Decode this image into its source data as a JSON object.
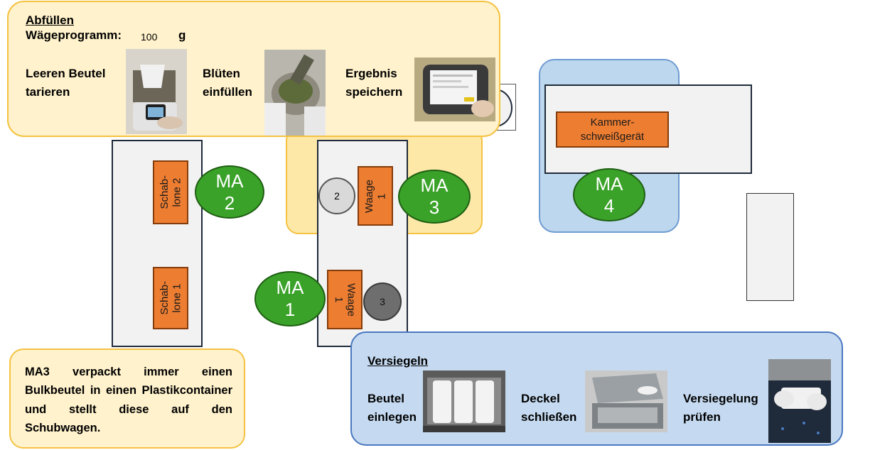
{
  "abfuellen": {
    "title": "Abfüllen",
    "program_label": "Wägeprogramm:",
    "program_value": "100",
    "program_unit": "g",
    "step1_line1": "Leeren Beutel",
    "step1_line2": "tarieren",
    "step2_line1": "Blüten",
    "step2_line2": "einfüllen",
    "step3_line1": "Ergebnis",
    "step3_line2": "speichern"
  },
  "stations": {
    "schablone2_line1": "Schab-",
    "schablone2_line2": "lone 2",
    "schablone1_line1": "Schab-",
    "schablone1_line2": "lone 1",
    "waage_top_line1": "Waage",
    "waage_top_line2": "1",
    "waage_bottom_line1": "Waage",
    "waage_bottom_line2": "1",
    "circle_2": "2",
    "circle_3": "3",
    "kammer_line1": "Kammer-",
    "kammer_line2": "schweißgerät"
  },
  "workers": {
    "ma1_line1": "MA",
    "ma1_line2": "1",
    "ma2_line1": "MA",
    "ma2_line2": "2",
    "ma3_line1": "MA",
    "ma3_line2": "3",
    "ma4_line1": "MA",
    "ma4_line2": "4"
  },
  "note": {
    "text": "MA3 verpackt immer einen Bulkbeutel in einen Plastikcontainer und stellt diese auf den Schubwagen."
  },
  "versiegeln": {
    "title": "Versiegeln",
    "step1_line1": "Beutel",
    "step1_line2": "einlegen",
    "step2_line1": "Deckel",
    "step2_line2": "schließen",
    "step3_line1": "Versiegelung",
    "step3_line2": "prüfen"
  },
  "colors": {
    "worker_green": "#3aa229",
    "station_orange": "#ed7d31",
    "panel_yellow": "#fff2cc",
    "panel_blue": "#c5daf0"
  }
}
